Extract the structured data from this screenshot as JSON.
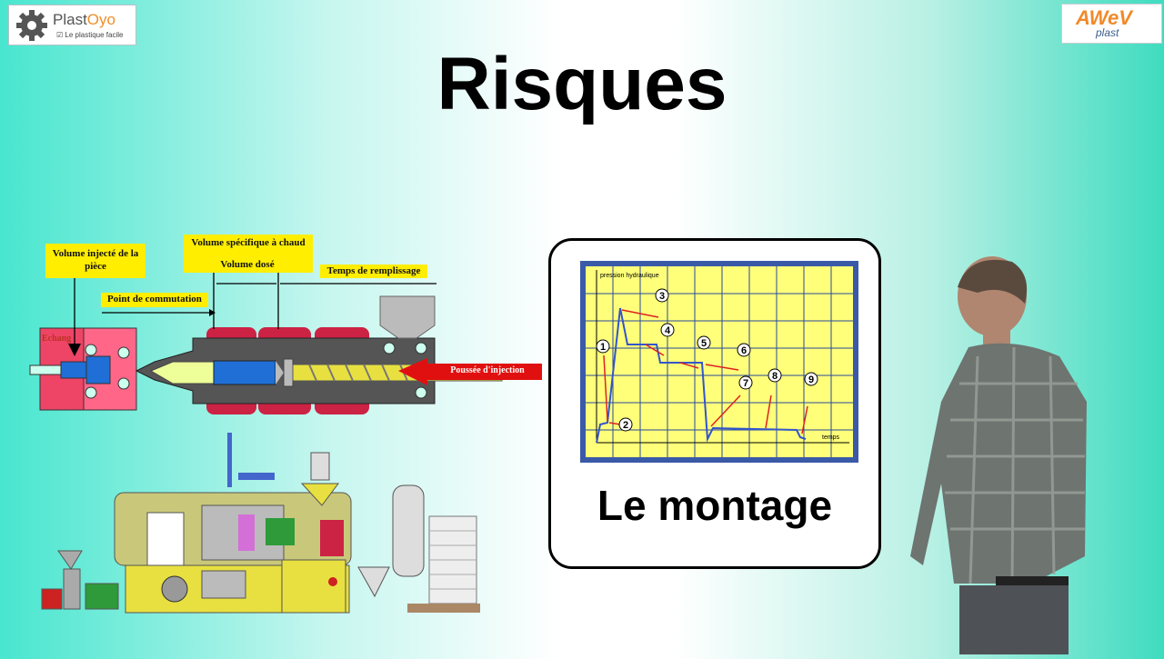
{
  "logos": {
    "left_name_part1": "Plast",
    "left_name_part2": "Oyo",
    "left_tagline": "Le plastique facile",
    "right_name_top": "AWeV",
    "right_name_bottom": "plast"
  },
  "title": "Risques",
  "diagram": {
    "labels": {
      "volume_injecte": "Volume injecté de la pièce",
      "volume_specifique": "Volume spécifique à chaud",
      "volume_dose": "Volume dosé",
      "temps_remplissage": "Temps de remplissage",
      "point_commutation": "Point de commutation",
      "echange": "Echang",
      "poussee": "Poussée d'injection"
    },
    "colors": {
      "label_bg": "#ffee00",
      "barrel": "#cc2244",
      "screw": "#e8e040",
      "melt": "#1f6fd6",
      "arrow": "#e01010"
    }
  },
  "chart": {
    "ylabel": "pression hydraulique",
    "xlabel": "temps",
    "markers": [
      "1",
      "2",
      "3",
      "4",
      "5",
      "6",
      "7",
      "8",
      "9"
    ],
    "bg": "#ffff7a",
    "grid": "#2a4a9a"
  },
  "card": {
    "caption": "Le montage"
  }
}
